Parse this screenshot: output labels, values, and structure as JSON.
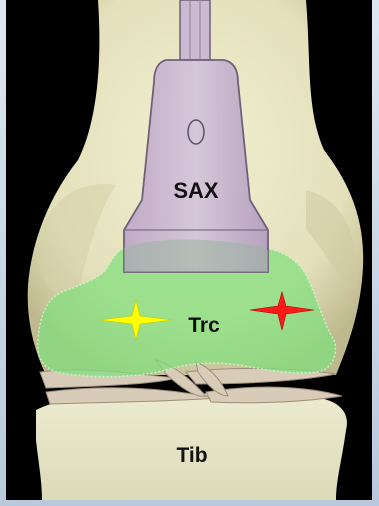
{
  "labels": {
    "probe": "SAX",
    "cartilage": "Trc",
    "tibia": "Tib"
  },
  "colors": {
    "background": "#000000",
    "bone": "#e9e6c4",
    "bone_shadow": "#cfcba2",
    "probe_fill": "#c7b3cf",
    "cartilage": "#7ee07a",
    "meniscus": "#d8cbb7",
    "marker_yellow": "#ffff00",
    "marker_red": "#ff1a1a"
  }
}
